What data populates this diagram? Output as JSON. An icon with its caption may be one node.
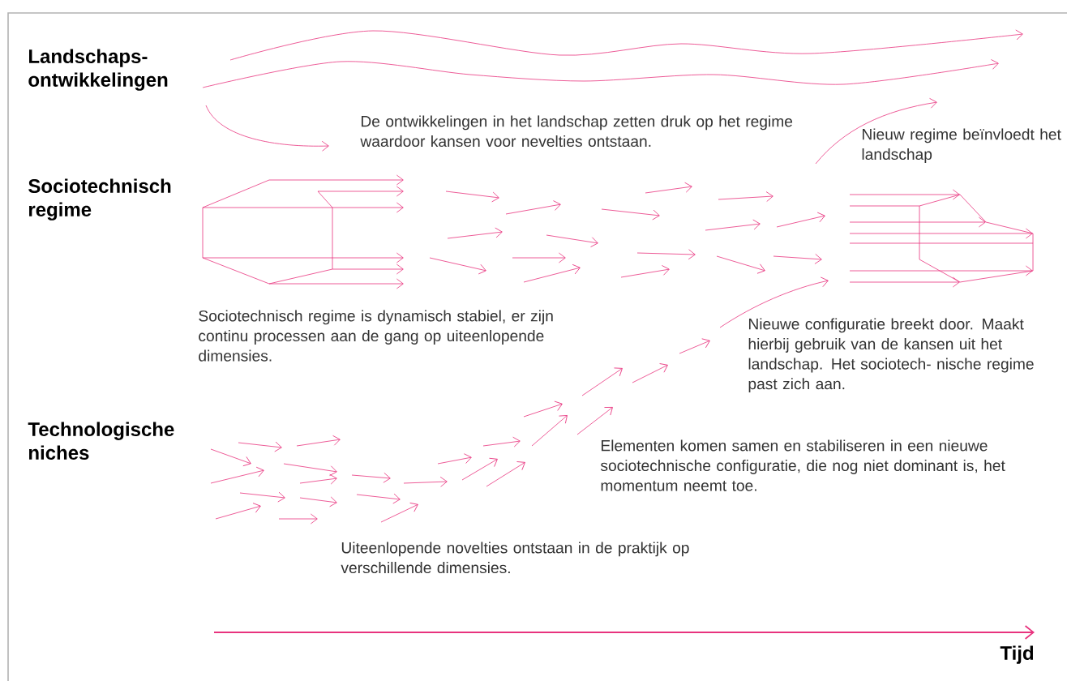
{
  "diagram": {
    "labels": [
      "Landschaps- ontwikkelingen",
      "De ontwikkelingen in het landschap zetten druk op het regime waardoor kansen voor nevelties ontstaan.",
      "Nieuw regime beïnvloedt het landschap",
      "Sociotechnisch regime",
      "Sociotechnisch regime is dynamisch stabiel, er zijn continu processen aan de gang op uiteenlopende dimensies.",
      "Nieuwe configuratie breekt door. Maakt hierbij gebruik van de kansen uit het landschap. Het sociotech- nische regime past zich aan.",
      "Technologische niches",
      "Elementen komen samen en stabiliseren in een nieuwe sociotechnische configuratie, die nog niet dominant is, het momentum neemt toe.",
      "Uiteenlopende novelties ontstaan in de praktijk op verschillende dimensies.",
      "Tijd"
    ]
  }
}
